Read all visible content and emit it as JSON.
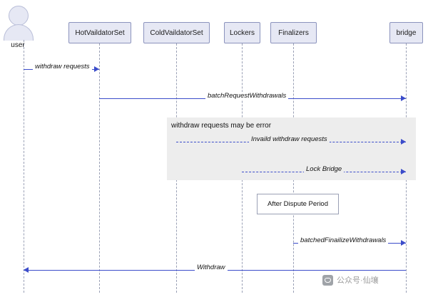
{
  "diagram": {
    "type": "sequence-diagram",
    "colors": {
      "participant_fill": "#e6e8f4",
      "participant_border": "#8b93bd",
      "lifeline": "#9aa0b5",
      "message": "#3b4cca",
      "fragment_fill": "#ededed"
    },
    "actor": {
      "label": "user"
    },
    "participants": [
      {
        "label": "HotVaildatorSet"
      },
      {
        "label": "ColdVaildatorSet"
      },
      {
        "label": "Lockers"
      },
      {
        "label": "Finalizers"
      },
      {
        "label": "bridge"
      }
    ],
    "messages": [
      {
        "label": "withdraw requests"
      },
      {
        "label": "batchRequestWithdrawals"
      },
      {
        "label": "Invaild withdraw requests"
      },
      {
        "label": "Lock Bridge"
      },
      {
        "label": "batchedFinailizeWithdrawals"
      },
      {
        "label": "Withdraw"
      }
    ],
    "fragments": [
      {
        "label": "withdraw requests may be error"
      }
    ],
    "notes": [
      {
        "label": "After Dispute Period"
      }
    ],
    "watermark": {
      "text": "公众号·仙壤"
    }
  }
}
